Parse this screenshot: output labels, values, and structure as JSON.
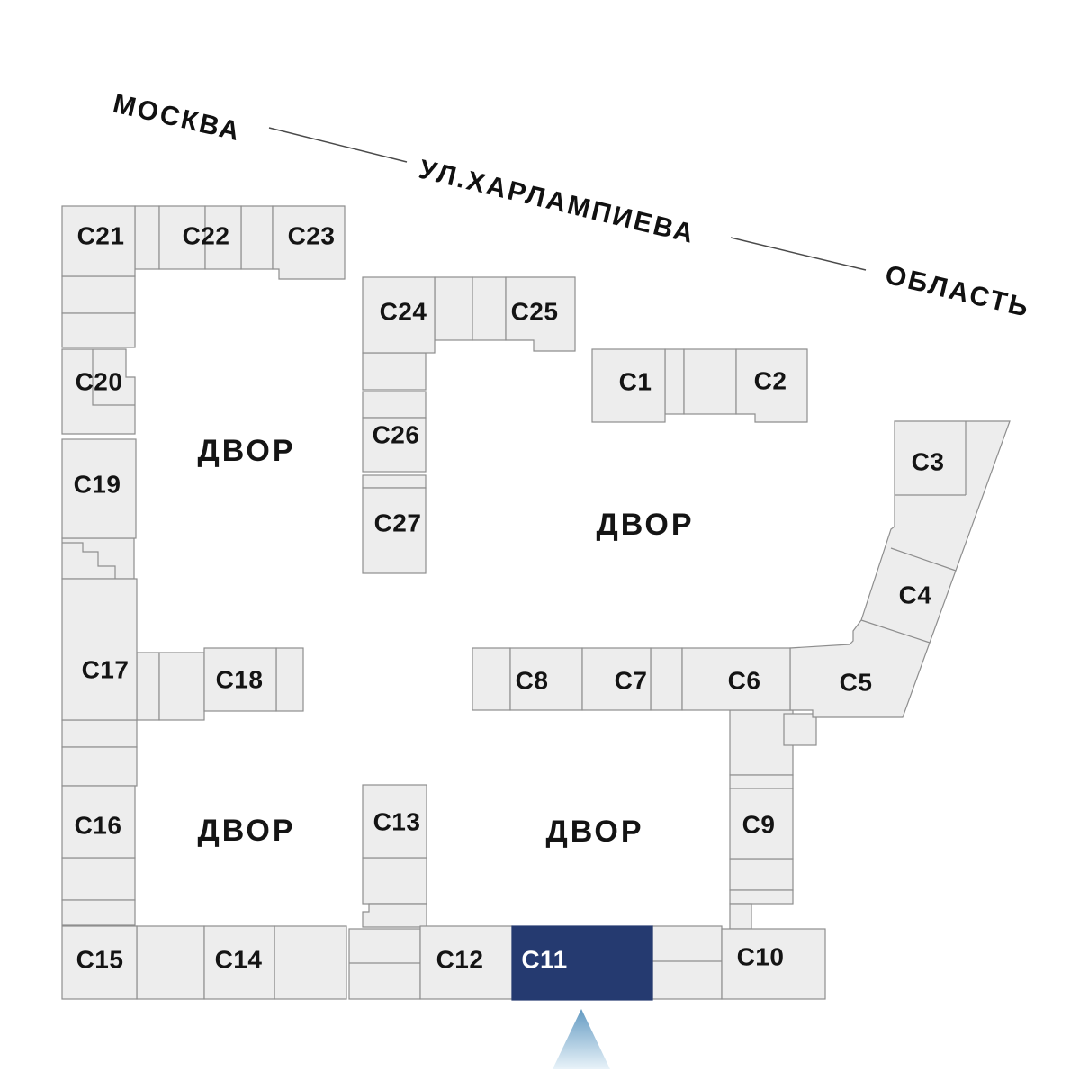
{
  "map": {
    "streets": {
      "left_label": "МОСКВА",
      "street_name": "УЛ.ХАРЛАМПИЕВА",
      "right_label": "ОБЛАСТЬ"
    },
    "courtyards": [
      "ДВОР",
      "ДВОР",
      "ДВОР",
      "ДВОР"
    ],
    "selected_building": "С11",
    "buildings": {
      "c1": {
        "label": "С1",
        "selected": false
      },
      "c2": {
        "label": "С2",
        "selected": false
      },
      "c3": {
        "label": "С3",
        "selected": false
      },
      "c4": {
        "label": "С4",
        "selected": false
      },
      "c5": {
        "label": "С5",
        "selected": false
      },
      "c6": {
        "label": "С6",
        "selected": false
      },
      "c7": {
        "label": "С7",
        "selected": false
      },
      "c8": {
        "label": "С8",
        "selected": false
      },
      "c9": {
        "label": "С9",
        "selected": false
      },
      "c10": {
        "label": "С10",
        "selected": false
      },
      "c11": {
        "label": "С11",
        "selected": true
      },
      "c12": {
        "label": "С12",
        "selected": false
      },
      "c13": {
        "label": "С13",
        "selected": false
      },
      "c14": {
        "label": "С14",
        "selected": false
      },
      "c15": {
        "label": "С15",
        "selected": false
      },
      "c16": {
        "label": "С16",
        "selected": false
      },
      "c17": {
        "label": "С17",
        "selected": false
      },
      "c18": {
        "label": "С18",
        "selected": false
      },
      "c19": {
        "label": "С19",
        "selected": false
      },
      "c20": {
        "label": "С20",
        "selected": false
      },
      "c21": {
        "label": "С21",
        "selected": false
      },
      "c22": {
        "label": "С22",
        "selected": false
      },
      "c23": {
        "label": "С23",
        "selected": false
      },
      "c24": {
        "label": "С24",
        "selected": false
      },
      "c25": {
        "label": "С25",
        "selected": false
      },
      "c26": {
        "label": "С26",
        "selected": false
      },
      "c27": {
        "label": "С27",
        "selected": false
      }
    },
    "colors": {
      "background": "#ffffff",
      "building_fill": "#ededed",
      "building_stroke": "#8e8e8e",
      "selected_fill": "#253a70",
      "selected_text": "#ffffff",
      "label_text": "#141414",
      "marker_gradient_top": "#639ac2",
      "marker_gradient_bottom": "#e9f3f9"
    }
  }
}
